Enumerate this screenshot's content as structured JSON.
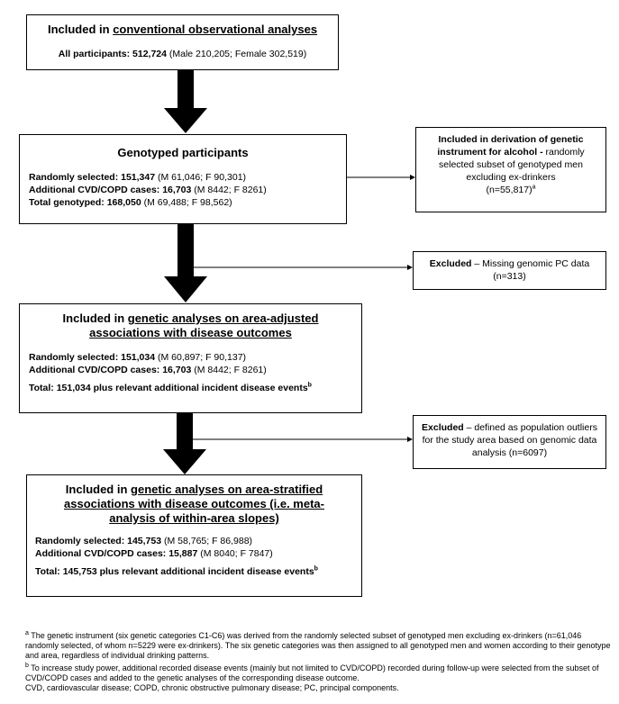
{
  "box1": {
    "title_prefix": "Included in ",
    "title_underlined": "conventional observational analyses",
    "all_label": "All participants: 512,724",
    "all_detail": " (Male 210,205; Female 302,519)"
  },
  "box2": {
    "title": "Genotyped participants",
    "rows": [
      {
        "label": "Randomly selected: 151,347",
        "detail": " (M 61,046; F 90,301)"
      },
      {
        "label": "Additional CVD/COPD cases: 16,703",
        "detail": " (M 8442; F 8261)"
      },
      {
        "label": "Total genotyped: 168,050",
        "detail": " (M 69,488; F 98,562)"
      }
    ]
  },
  "side1": {
    "bold": "Included in derivation of genetic instrument for alcohol -",
    "text": " randomly selected subset of genotyped men excluding ex-drinkers",
    "n": "(n=55,817)",
    "sup": "a"
  },
  "side2": {
    "bold": "Excluded",
    "text": " – Missing genomic PC data (n=313)"
  },
  "box3": {
    "title_prefix": "Included in ",
    "title_underlined_1": "genetic analyses on area-adjusted",
    "title_underlined_2": "associations with disease outcomes",
    "rows": [
      {
        "label": "Randomly selected: 151,034",
        "detail": " (M 60,897; F 90,137)"
      },
      {
        "label": "Additional CVD/COPD cases: 16,703",
        "detail": " (M 8442; F 8261)"
      }
    ],
    "total": "Total: 151,034 plus relevant additional incident disease events",
    "total_sup": "b"
  },
  "side3": {
    "bold": "Excluded",
    "text": " – defined as population outliers for the study area based on genomic data analysis (n=6097)"
  },
  "box4": {
    "title_prefix": "Included in ",
    "title_underlined_1": "genetic analyses on area-stratified",
    "title_underlined_2": "associations with disease outcomes (i.e. meta-",
    "title_underlined_3": "analysis of within-area slopes)",
    "rows": [
      {
        "label": "Randomly selected: 145,753",
        "detail": " (M 58,765; F 86,988)"
      },
      {
        "label": "Additional CVD/COPD cases: 15,887",
        "detail": " (M 8040; F 7847)"
      }
    ],
    "total": "Total: 145,753 plus relevant additional incident disease events",
    "total_sup": "b"
  },
  "footnotes": {
    "a_mark": "a",
    "a_text": " The genetic instrument (six genetic categories C1-C6) was derived from the randomly selected subset of genotyped men excluding ex-drinkers (n=61,046 randomly selected, of whom n=5229 were ex-drinkers). The six genetic categories was then assigned to all genotyped men and women according to their genotype and area, regardless of individual drinking patterns.",
    "b_mark": "b",
    "b_text": " To increase study power, additional recorded disease events (mainly but not limited to CVD/COPD) recorded during follow-up were selected from the subset of CVD/COPD cases and added to the genetic analyses of the corresponding disease outcome.",
    "abbrev": "CVD, cardiovascular disease; COPD, chronic obstructive pulmonary disease; PC, principal components."
  }
}
